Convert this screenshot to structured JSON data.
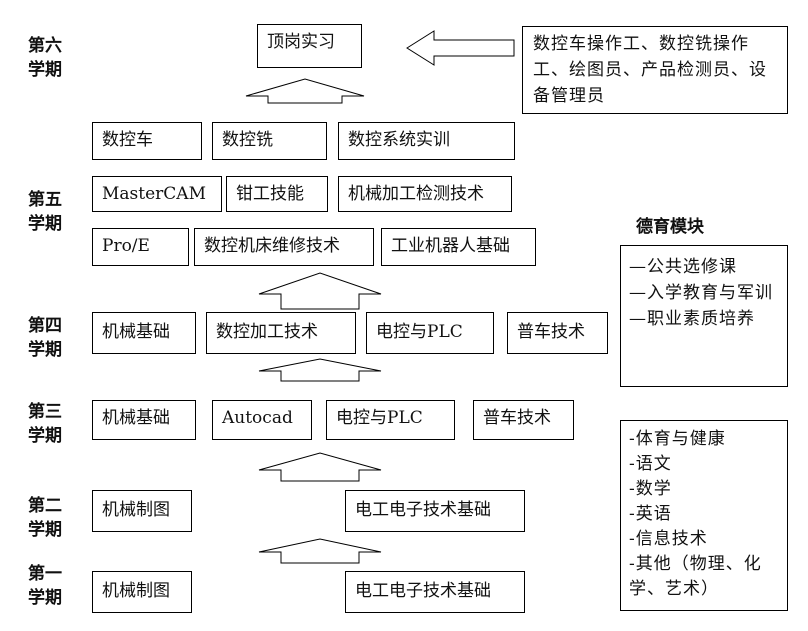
{
  "semesters": {
    "s6": [
      "第六",
      "学期"
    ],
    "s5": [
      "第五",
      "学期"
    ],
    "s4": [
      "第四",
      "学期"
    ],
    "s3": [
      "第三",
      "学期"
    ],
    "s2": [
      "第二",
      "学期"
    ],
    "s1": [
      "第一",
      "学期"
    ]
  },
  "boxes": {
    "internship": "顶岗实习",
    "jobs": "数控车操作工、数控铣操作工、绘图员、产品检测员、设备管理员",
    "s5_row1": [
      "数控车",
      "数控铣",
      "数控系统实训"
    ],
    "s5_row2": [
      "MasterCAM",
      "钳工技能",
      "机械加工检测技术"
    ],
    "s5_row3": [
      "Pro/E",
      "数控机床维修技术",
      "工业机器人基础"
    ],
    "s4": [
      "机械基础",
      "数控加工技术",
      "电控与PLC",
      "普车技术"
    ],
    "s3": [
      "机械基础",
      "Autocad",
      "电控与PLC",
      "普车技术"
    ],
    "s2": [
      "机械制图",
      "电工电子技术基础"
    ],
    "s1": [
      "机械制图",
      "电工电子技术基础"
    ]
  },
  "moral": {
    "title": "德育模块",
    "items": [
      "—公共选修课",
      "—入学教育与军训",
      "—职业素质培养"
    ]
  },
  "general": {
    "items": [
      "-体育与健康",
      "-语文",
      "-数学",
      "-英语",
      "-信息技术",
      "-其他（物理、化学、艺术）"
    ]
  }
}
